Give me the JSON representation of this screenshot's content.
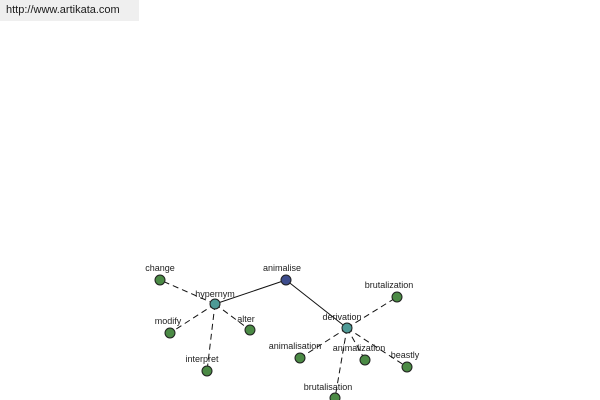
{
  "source": {
    "url": "http://www.artikata.com"
  },
  "colors": {
    "root_node": "#3d4c8c",
    "relation_node": "#4e9a96",
    "word_node": "#4b8a45",
    "edge": "#111111"
  },
  "graph": {
    "nodes": [
      {
        "id": "animalise",
        "label": "animalise",
        "kind": "root_node"
      },
      {
        "id": "hypernym",
        "label": "hypernym",
        "kind": "relation_node"
      },
      {
        "id": "derivation",
        "label": "derivation",
        "kind": "relation_node"
      },
      {
        "id": "change",
        "label": "change",
        "kind": "word_node"
      },
      {
        "id": "modify",
        "label": "modify",
        "kind": "word_node"
      },
      {
        "id": "alter",
        "label": "alter",
        "kind": "word_node"
      },
      {
        "id": "interpret",
        "label": "interpret",
        "kind": "word_node"
      },
      {
        "id": "brutalization",
        "label": "brutalization",
        "kind": "word_node"
      },
      {
        "id": "animalisation",
        "label": "animalisation",
        "kind": "word_node"
      },
      {
        "id": "animalization",
        "label": "animalization",
        "kind": "word_node"
      },
      {
        "id": "beastly",
        "label": "beastly",
        "kind": "word_node"
      },
      {
        "id": "brutalisation",
        "label": "brutalisation",
        "kind": "word_node"
      }
    ],
    "edges": [
      {
        "from": "animalise",
        "to": "hypernym",
        "style": "solid"
      },
      {
        "from": "animalise",
        "to": "derivation",
        "style": "solid"
      },
      {
        "from": "hypernym",
        "to": "change",
        "style": "dashed"
      },
      {
        "from": "hypernym",
        "to": "modify",
        "style": "dashed"
      },
      {
        "from": "hypernym",
        "to": "alter",
        "style": "dashed"
      },
      {
        "from": "hypernym",
        "to": "interpret",
        "style": "dashed"
      },
      {
        "from": "derivation",
        "to": "brutalization",
        "style": "dashed"
      },
      {
        "from": "derivation",
        "to": "animalisation",
        "style": "dashed"
      },
      {
        "from": "derivation",
        "to": "animalization",
        "style": "dashed"
      },
      {
        "from": "derivation",
        "to": "beastly",
        "style": "dashed"
      },
      {
        "from": "derivation",
        "to": "brutalisation",
        "style": "dashed"
      }
    ]
  }
}
